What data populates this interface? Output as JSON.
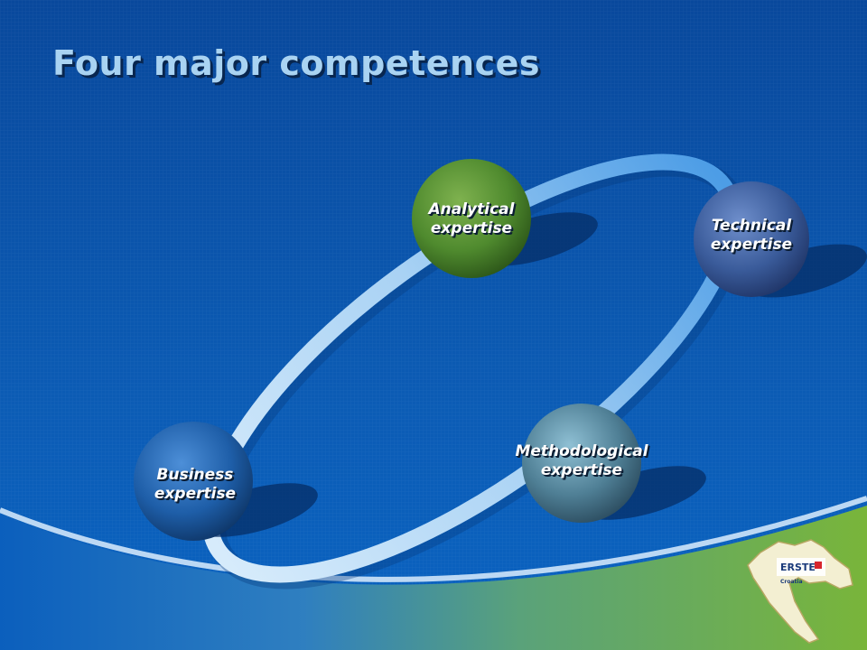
{
  "slide": {
    "title": "Four major competences"
  },
  "nodes": [
    {
      "id": "analytical",
      "line1": "Analytical",
      "line2": "expertise",
      "color": "#4f8a2e"
    },
    {
      "id": "technical",
      "line1": "Technical",
      "line2": "expertise",
      "color": "#3a5b9a"
    },
    {
      "id": "methodological",
      "line1": "Methodological",
      "line2": "expertise",
      "color": "#4f7f95"
    },
    {
      "id": "business",
      "line1": "Business",
      "line2": "expertise",
      "color": "#1e5ea8"
    }
  ],
  "logo": {
    "brand": "ERSTE",
    "subtitle": "Croatia"
  },
  "colors": {
    "background": "#0a4a9a",
    "ring": "#a8d0f5",
    "title": "#a9d3f2",
    "accent_green": "#72b33a"
  }
}
